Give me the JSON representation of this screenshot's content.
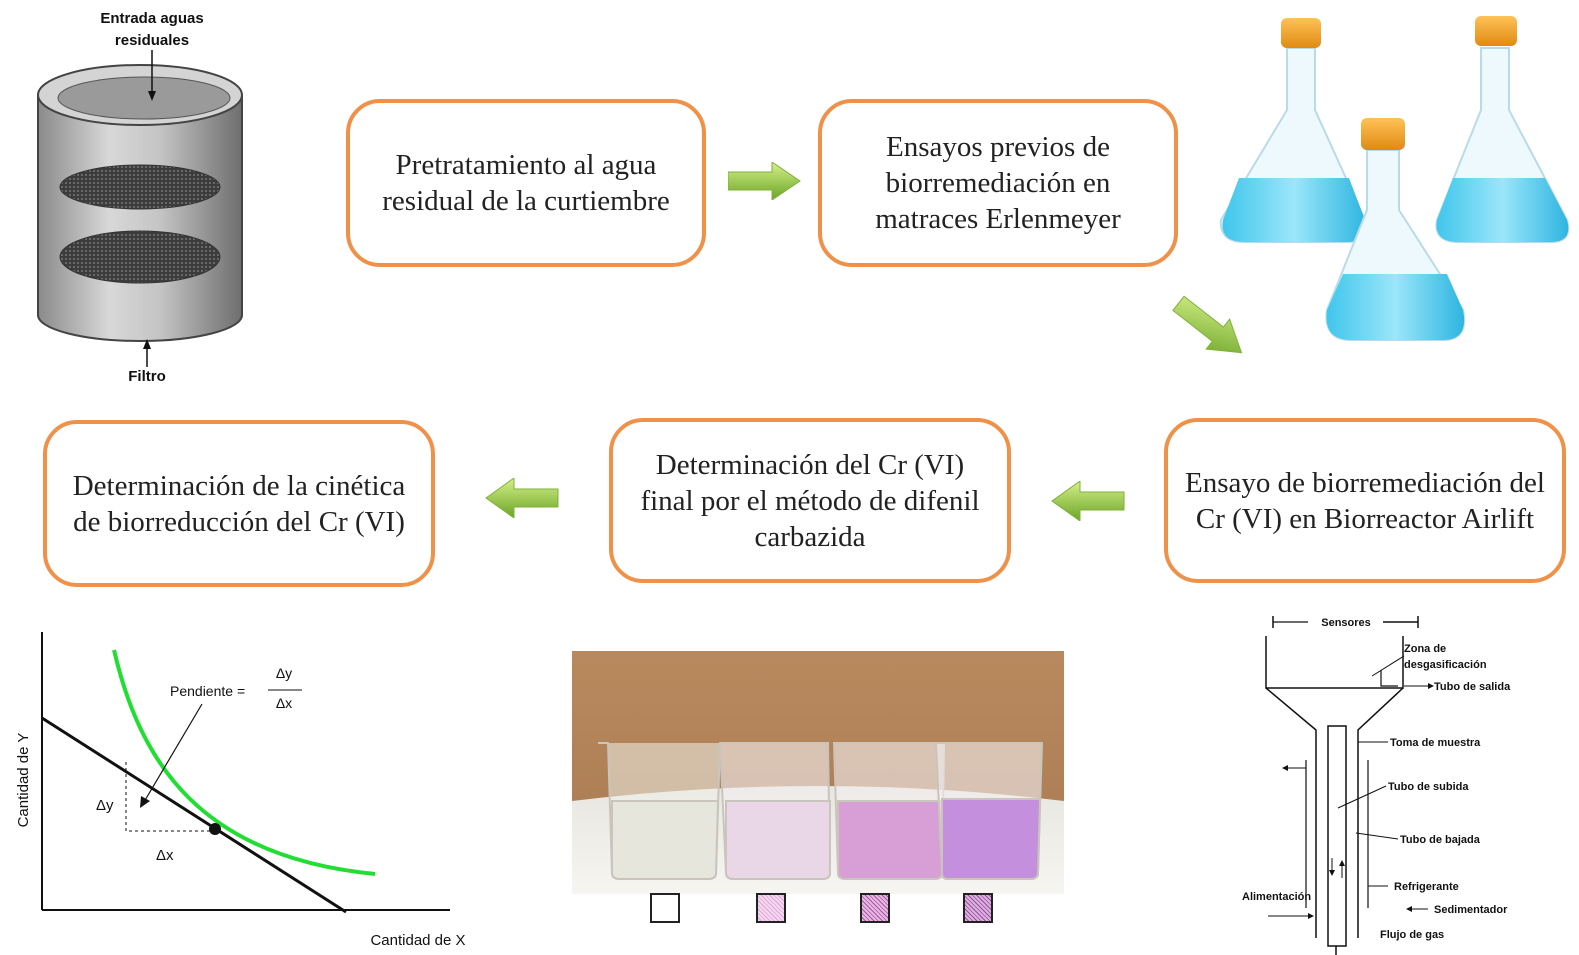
{
  "flow": {
    "step1": "Pretratamiento al agua residual de la curtiembre",
    "step2": "Ensayos previos de biorremediación en matraces Erlenmeyer",
    "step3": "Ensayo de biorremediación del Cr (VI) en Biorreactor Airlift",
    "step4": "Determinación del Cr (VI) final por el método de difenil carbazida",
    "step5": "Determinación de la cinética de biorreducción del Cr (VI)"
  },
  "filter": {
    "inlet_label_1": "Entrada aguas",
    "inlet_label_2": "residuales",
    "filter_label": "Filtro"
  },
  "graph": {
    "ylabel": "Cantidad de Y",
    "xlabel": "Cantidad de X",
    "slope_label": "Pendiente =",
    "dy": "Δy",
    "dx": "Δx"
  },
  "reactor": {
    "sensors": "Sensores",
    "zone1": "Zona de",
    "zone2": "desgasificación",
    "outlet": "Tubo de salida",
    "sample": "Toma de muestra",
    "riser": "Tubo de subida",
    "downcomer": "Tubo de bajada",
    "coolant": "Refrigerante",
    "feed": "Alimentación",
    "settler": "Sedimentador",
    "gas": "Flujo de gas"
  },
  "colors": {
    "box_border": "#f0914a",
    "arrow_green": "#8cc63f",
    "curve_green": "#22dd33"
  }
}
